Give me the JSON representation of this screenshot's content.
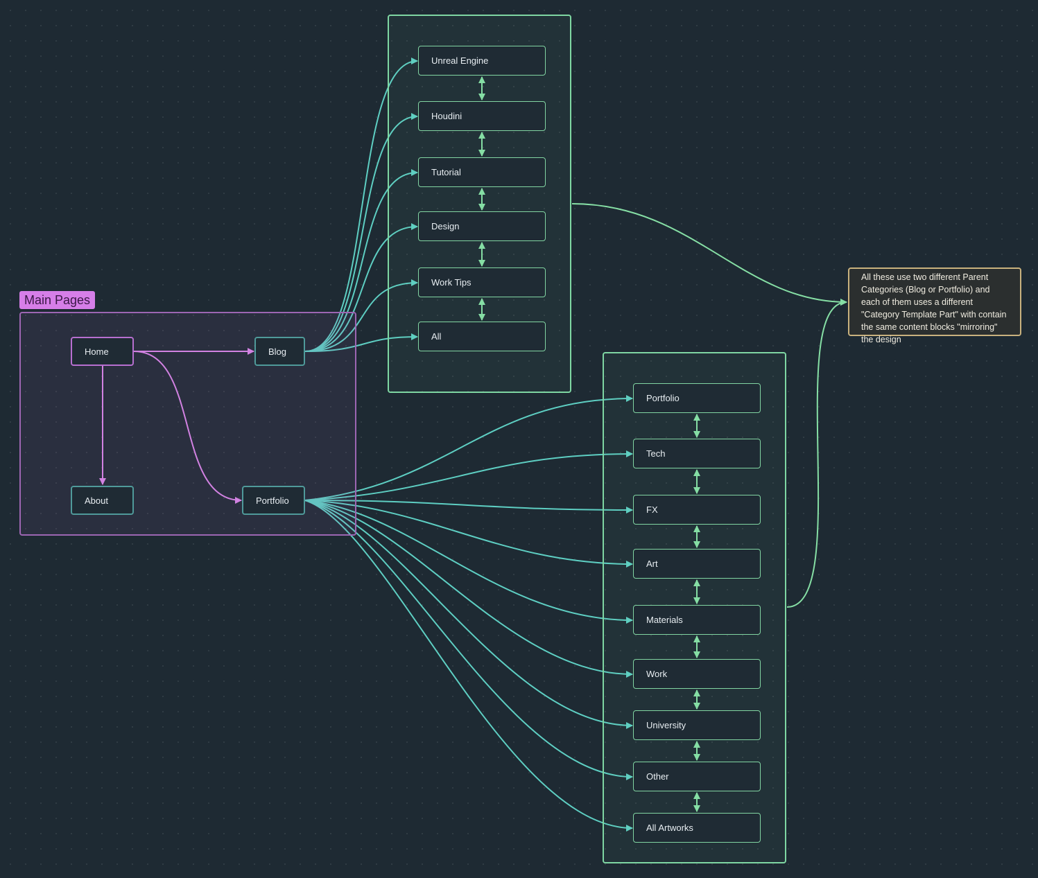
{
  "groups": {
    "main_pages_label": "Main Pages"
  },
  "main_pages": {
    "home": "Home",
    "blog": "Blog",
    "about": "About",
    "portfolio": "Portfolio"
  },
  "blog_categories": [
    "Unreal Engine",
    "Houdini",
    "Tutorial",
    "Design",
    "Work Tips",
    "All"
  ],
  "portfolio_categories": [
    "Portfolio",
    "Tech",
    "FX",
    "Art",
    "Materials",
    "Work",
    "University",
    "Other",
    "All Artworks"
  ],
  "note": {
    "text": "All these use two different Parent Categories (Blog or Portfolio) and each of them uses a different \"Category Template Part\" with contain the same content blocks \"mirroring\" the design"
  },
  "colors": {
    "background": "#1e2a33",
    "main_group": "#9d66b3",
    "main_label_bg": "#d67ee8",
    "category_group": "#7fd7a3",
    "teal_edge": "#5ecfc3",
    "purple_edge": "#d986e8",
    "green_edge": "#86dfa5",
    "note_border": "#c9b27e"
  }
}
